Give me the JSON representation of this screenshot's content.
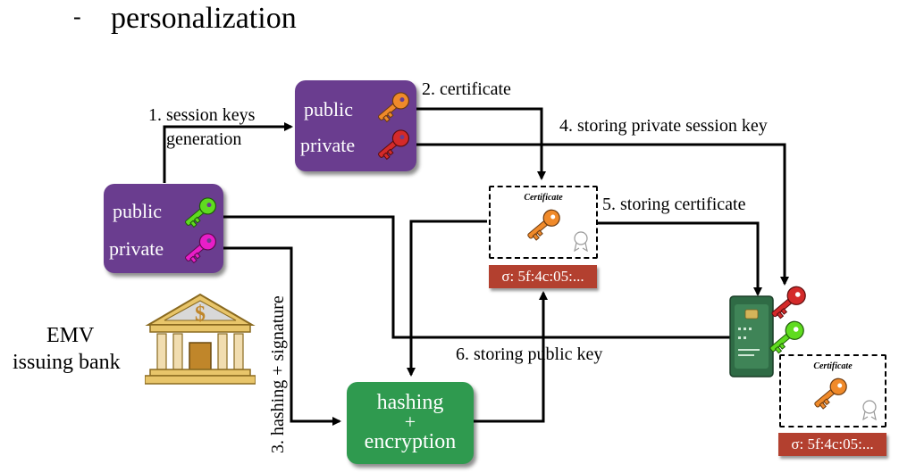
{
  "header": {
    "bullet": "-",
    "title": "personalization"
  },
  "session_keys_box": {
    "public": "public",
    "private": "private"
  },
  "bank_keys_box": {
    "public": "public",
    "private": "private"
  },
  "bank_label": {
    "line1": "EMV",
    "line2": "issuing bank"
  },
  "process_box": {
    "line1": "hashing",
    "line2": "+",
    "line3": "encryption"
  },
  "steps": {
    "s1_line1": "1. session keys",
    "s1_line2": "generation",
    "s2": "2. certificate",
    "s3": "3. hashing + signature",
    "s4": "4. storing private session key",
    "s5": "5. storing certificate",
    "s6": "6. storing public key"
  },
  "certificate": {
    "title": "Certificate"
  },
  "signature": {
    "value": "σ: 5f:4c:05:..."
  },
  "colors": {
    "purple_box": "#6a3d8f",
    "green_box": "#2f9a4f",
    "signature_bar": "#b3402f",
    "key_orange": "#f08a2a",
    "key_red": "#d42a2a",
    "key_green": "#5fdc1f",
    "key_magenta": "#e81ec8",
    "bank_gold": "#e8c56a"
  },
  "icons": [
    "key-icon",
    "bank-icon",
    "certificate-icon",
    "smart-card-icon"
  ]
}
